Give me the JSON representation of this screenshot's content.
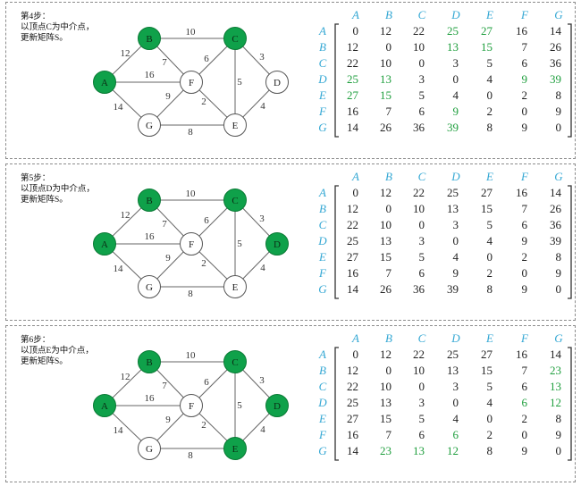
{
  "vertices": [
    "A",
    "B",
    "C",
    "D",
    "E",
    "F",
    "G"
  ],
  "edges": [
    {
      "a": "A",
      "b": "B",
      "w": "12"
    },
    {
      "a": "A",
      "b": "F",
      "w": "16"
    },
    {
      "a": "A",
      "b": "G",
      "w": "14"
    },
    {
      "a": "B",
      "b": "C",
      "w": "10"
    },
    {
      "a": "B",
      "b": "F",
      "w": "7"
    },
    {
      "a": "C",
      "b": "F",
      "w": "6"
    },
    {
      "a": "C",
      "b": "D",
      "w": "3"
    },
    {
      "a": "C",
      "b": "E",
      "w": "5"
    },
    {
      "a": "D",
      "b": "E",
      "w": "4"
    },
    {
      "a": "F",
      "b": "G",
      "w": "9"
    },
    {
      "a": "F",
      "b": "E",
      "w": "2"
    },
    {
      "a": "G",
      "b": "E",
      "w": "8"
    }
  ],
  "colors": {
    "fill_active": "#0fa14a",
    "stroke": "#555555",
    "label_blue": "#35a8d4",
    "highlight": "#1e9e3d"
  },
  "steps": [
    {
      "label": "第4步：\n以顶点C为中介点，\n更新矩阵S。",
      "green_nodes": [
        "A",
        "B",
        "C"
      ],
      "matrix": [
        [
          "0",
          "12",
          "22",
          "25",
          "27",
          "16",
          "14"
        ],
        [
          "12",
          "0",
          "10",
          "13",
          "15",
          "7",
          "26"
        ],
        [
          "22",
          "10",
          "0",
          "3",
          "5",
          "6",
          "36"
        ],
        [
          "25",
          "13",
          "3",
          "0",
          "4",
          "9",
          "39"
        ],
        [
          "27",
          "15",
          "5",
          "4",
          "0",
          "2",
          "8"
        ],
        [
          "16",
          "7",
          "6",
          "9",
          "2",
          "0",
          "9"
        ],
        [
          "14",
          "26",
          "36",
          "39",
          "8",
          "9",
          "0"
        ]
      ],
      "highlights": [
        [
          0,
          3
        ],
        [
          0,
          4
        ],
        [
          1,
          3
        ],
        [
          1,
          4
        ],
        [
          3,
          0
        ],
        [
          3,
          1
        ],
        [
          3,
          5
        ],
        [
          3,
          6
        ],
        [
          4,
          0
        ],
        [
          4,
          1
        ],
        [
          5,
          3
        ],
        [
          6,
          3
        ]
      ]
    },
    {
      "label": "第5步：\n以顶点D为中介点，\n更新矩阵S。",
      "green_nodes": [
        "A",
        "B",
        "C",
        "D"
      ],
      "matrix": [
        [
          "0",
          "12",
          "22",
          "25",
          "27",
          "16",
          "14"
        ],
        [
          "12",
          "0",
          "10",
          "13",
          "15",
          "7",
          "26"
        ],
        [
          "22",
          "10",
          "0",
          "3",
          "5",
          "6",
          "36"
        ],
        [
          "25",
          "13",
          "3",
          "0",
          "4",
          "9",
          "39"
        ],
        [
          "27",
          "15",
          "5",
          "4",
          "0",
          "2",
          "8"
        ],
        [
          "16",
          "7",
          "6",
          "9",
          "2",
          "0",
          "9"
        ],
        [
          "14",
          "26",
          "36",
          "39",
          "8",
          "9",
          "0"
        ]
      ],
      "highlights": []
    },
    {
      "label": "第6步：\n以顶点E为中介点，\n更新矩阵S。",
      "green_nodes": [
        "A",
        "B",
        "C",
        "D",
        "E"
      ],
      "matrix": [
        [
          "0",
          "12",
          "22",
          "25",
          "27",
          "16",
          "14"
        ],
        [
          "12",
          "0",
          "10",
          "13",
          "15",
          "7",
          "23"
        ],
        [
          "22",
          "10",
          "0",
          "3",
          "5",
          "6",
          "13"
        ],
        [
          "25",
          "13",
          "3",
          "0",
          "4",
          "6",
          "12"
        ],
        [
          "27",
          "15",
          "5",
          "4",
          "0",
          "2",
          "8"
        ],
        [
          "16",
          "7",
          "6",
          "6",
          "2",
          "0",
          "9"
        ],
        [
          "14",
          "23",
          "13",
          "12",
          "8",
          "9",
          "0"
        ]
      ],
      "highlights": [
        [
          1,
          6
        ],
        [
          2,
          6
        ],
        [
          3,
          5
        ],
        [
          3,
          6
        ],
        [
          5,
          3
        ],
        [
          6,
          1
        ],
        [
          6,
          2
        ],
        [
          6,
          3
        ]
      ]
    }
  ]
}
